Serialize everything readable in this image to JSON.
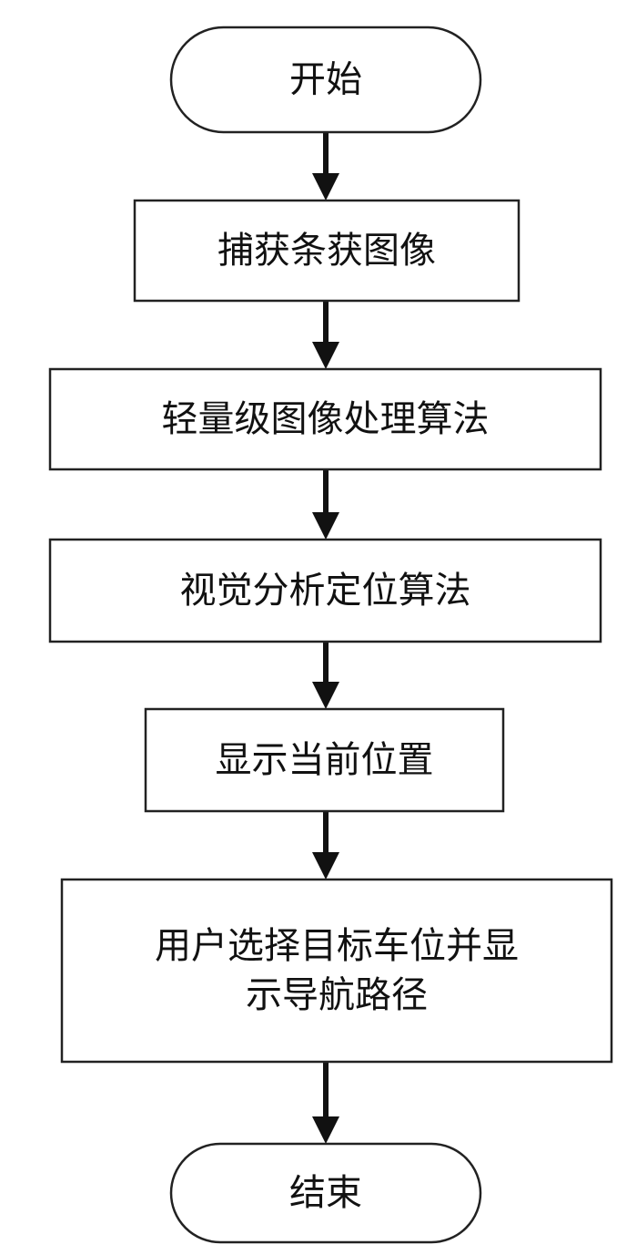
{
  "flowchart": {
    "nodes": [
      {
        "id": "start",
        "shape": "terminal",
        "lines": [
          "开始"
        ]
      },
      {
        "id": "step1",
        "shape": "process",
        "lines": [
          "捕获条获图像"
        ]
      },
      {
        "id": "step2",
        "shape": "process",
        "lines": [
          "轻量级图像处理算法"
        ]
      },
      {
        "id": "step3",
        "shape": "process",
        "lines": [
          "视觉分析定位算法"
        ]
      },
      {
        "id": "step4",
        "shape": "process",
        "lines": [
          "显示当前位置"
        ]
      },
      {
        "id": "step5",
        "shape": "process",
        "lines": [
          "用户选择目标车位并显",
          "示导航路径"
        ]
      },
      {
        "id": "end",
        "shape": "terminal",
        "lines": [
          "结束"
        ]
      }
    ],
    "edges": [
      {
        "from": "start",
        "to": "step1"
      },
      {
        "from": "step1",
        "to": "step2"
      },
      {
        "from": "step2",
        "to": "step3"
      },
      {
        "from": "step3",
        "to": "step4"
      },
      {
        "from": "step4",
        "to": "step5"
      },
      {
        "from": "step5",
        "to": "end"
      }
    ]
  }
}
